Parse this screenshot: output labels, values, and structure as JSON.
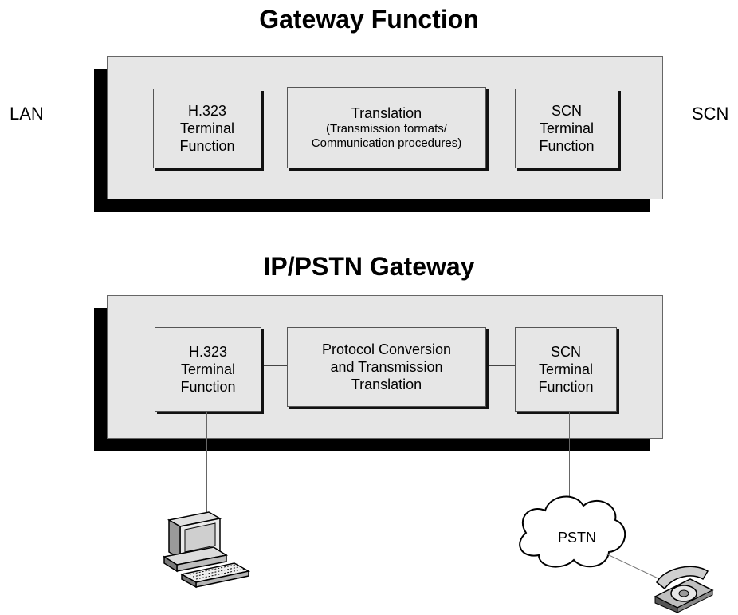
{
  "diagrams": [
    {
      "title": "Gateway Function",
      "left_label": "LAN",
      "right_label": "SCN",
      "left_box": [
        "H.323",
        "Terminal",
        "Function"
      ],
      "middle_box": [
        "Translation",
        "(Transmission formats/",
        "Communication procedures)"
      ],
      "right_box": [
        "SCN",
        "Terminal",
        "Function"
      ]
    },
    {
      "title": "IP/PSTN Gateway",
      "left_box": [
        "H.323",
        "Terminal",
        "Function"
      ],
      "middle_box": [
        "Protocol Conversion",
        "and Transmission",
        "Translation"
      ],
      "right_box": [
        "SCN",
        "Terminal",
        "Function"
      ],
      "cloud_label": "PSTN",
      "icons": [
        "computer-terminal-icon",
        "cloud-icon",
        "telephone-icon"
      ]
    }
  ]
}
